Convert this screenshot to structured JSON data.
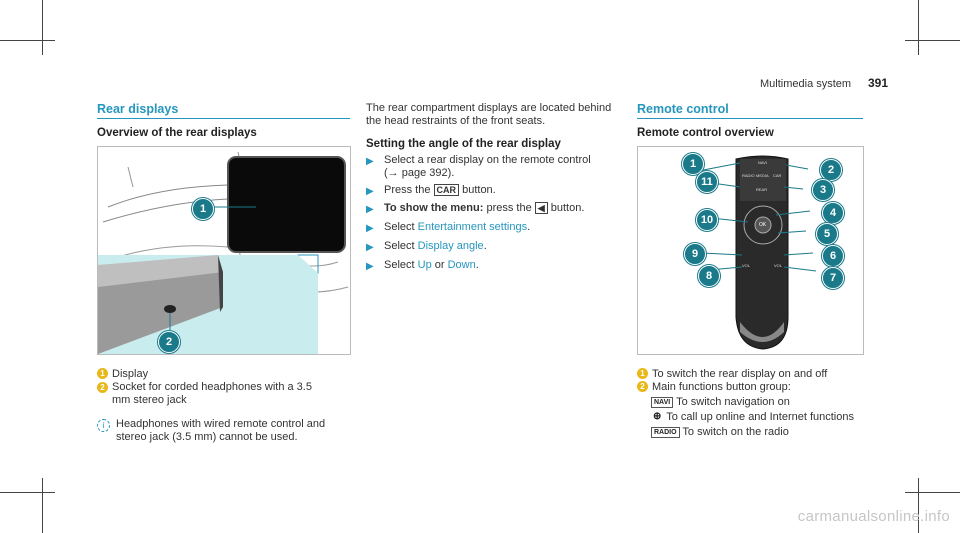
{
  "header": {
    "section": "Multimedia system",
    "page_number": "391"
  },
  "rear_displays": {
    "title": "Rear displays",
    "overview_title": "Overview of the rear displays",
    "legend": [
      {
        "num": "1",
        "text": "Display"
      },
      {
        "num": "2",
        "text": "Socket for corded headphones with a 3.5 mm stereo jack"
      }
    ],
    "note_icon": "info-icon",
    "note": "Headphones with wired remote control and stereo jack (3.5 mm) cannot be used.",
    "callouts": [
      "1",
      "2"
    ]
  },
  "middle": {
    "intro": "The rear compartment displays are located behind the head restraints of the front seats.",
    "setting_title": "Setting the angle of the rear display",
    "steps": [
      {
        "text": "Select a rear display on the remote control",
        "ref": "page 392"
      },
      {
        "pre": "Press the",
        "key": "CAR",
        "post": "button."
      },
      {
        "bold": "To show the menu:",
        "pre": "press the",
        "key": "◀",
        "post": "button."
      },
      {
        "pre": "Select",
        "link": "Entertainment settings",
        "post": "."
      },
      {
        "pre": "Select",
        "link": "Display angle",
        "post": "."
      },
      {
        "pre": "Select",
        "link": "Up",
        "mid": "or",
        "link2": "Down",
        "post": "."
      }
    ]
  },
  "remote_control": {
    "title": "Remote control",
    "overview_title": "Remote control overview",
    "callouts": [
      "1",
      "2",
      "3",
      "4",
      "5",
      "6",
      "7",
      "8",
      "9",
      "10",
      "11"
    ],
    "remote_labels": [
      "NAVI",
      "RADIO",
      "MEDIA",
      "CAR",
      "OK",
      "VOL",
      "VOL",
      "REAR"
    ],
    "legend": [
      {
        "num": "1",
        "text": "To switch the rear display on and off"
      },
      {
        "num": "2",
        "text": "Main functions button group:"
      }
    ],
    "functions": [
      {
        "tag": "NAVI",
        "text": "To switch navigation on"
      },
      {
        "tag": "⊕",
        "text": "To call up online and Internet functions"
      },
      {
        "tag": "RADIO",
        "text": "To switch on the radio"
      }
    ]
  },
  "watermark": "carmanualsonline.info"
}
